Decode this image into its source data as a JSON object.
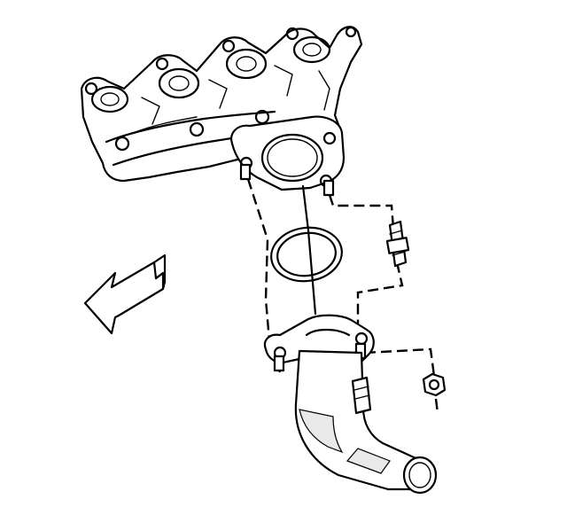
{
  "diagram": {
    "background": "#ffffff",
    "ink_color": "#000000",
    "parts": [
      {
        "id": "exhaust-manifold",
        "icon": "exhaust-manifold-drawing"
      },
      {
        "id": "manifold-flange-studs",
        "icon": "stud-drawing"
      },
      {
        "id": "flange-gasket",
        "icon": "ring-gasket-drawing"
      },
      {
        "id": "exhaust-pipe",
        "icon": "exhaust-pipe-drawing"
      },
      {
        "id": "spring-bolt",
        "icon": "spring-bolt-drawing"
      },
      {
        "id": "nut",
        "icon": "nut-drawing"
      },
      {
        "id": "front-direction-arrow",
        "icon": "arrow-left-icon"
      }
    ]
  }
}
